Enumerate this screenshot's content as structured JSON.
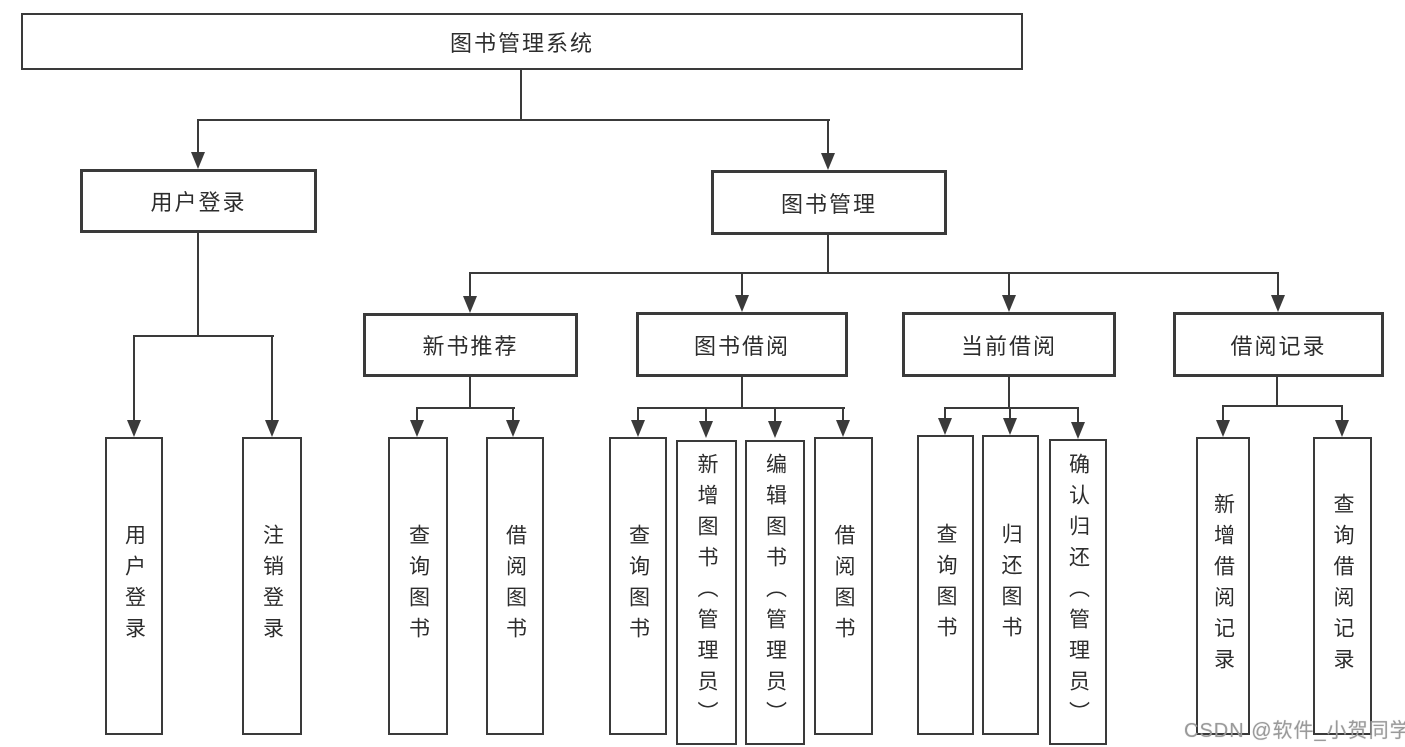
{
  "diagram": {
    "root": {
      "label": "图书管理系统"
    },
    "level2": [
      {
        "label": "用户登录"
      },
      {
        "label": "图书管理"
      }
    ],
    "level3": [
      {
        "label": "新书推荐",
        "parent": "图书管理"
      },
      {
        "label": "图书借阅",
        "parent": "图书管理"
      },
      {
        "label": "当前借阅",
        "parent": "图书管理"
      },
      {
        "label": "借阅记录",
        "parent": "图书管理"
      }
    ],
    "leaves": [
      {
        "label": "用户登录",
        "parent": "用户登录"
      },
      {
        "label": "注销登录",
        "parent": "用户登录"
      },
      {
        "label": "查询图书",
        "parent": "新书推荐"
      },
      {
        "label": "借阅图书",
        "parent": "新书推荐"
      },
      {
        "label": "查询图书",
        "parent": "图书借阅"
      },
      {
        "label": "新增图书（管理员）",
        "parent": "图书借阅"
      },
      {
        "label": "编辑图书（管理员）",
        "parent": "图书借阅"
      },
      {
        "label": "借阅图书",
        "parent": "图书借阅"
      },
      {
        "label": "查询图书",
        "parent": "当前借阅"
      },
      {
        "label": "归还图书",
        "parent": "当前借阅"
      },
      {
        "label": "确认归还（管理员）",
        "parent": "当前借阅"
      },
      {
        "label": "新增借阅记录",
        "parent": "借阅记录"
      },
      {
        "label": "查询借阅记录",
        "parent": "借阅记录"
      }
    ]
  },
  "watermark": {
    "text": "CSDN @软件_小贺同学"
  },
  "colors": {
    "line": "#3a3a3a",
    "text": "#2d2d2d",
    "watermark": "#9a9a9a",
    "background": "#ffffff"
  }
}
